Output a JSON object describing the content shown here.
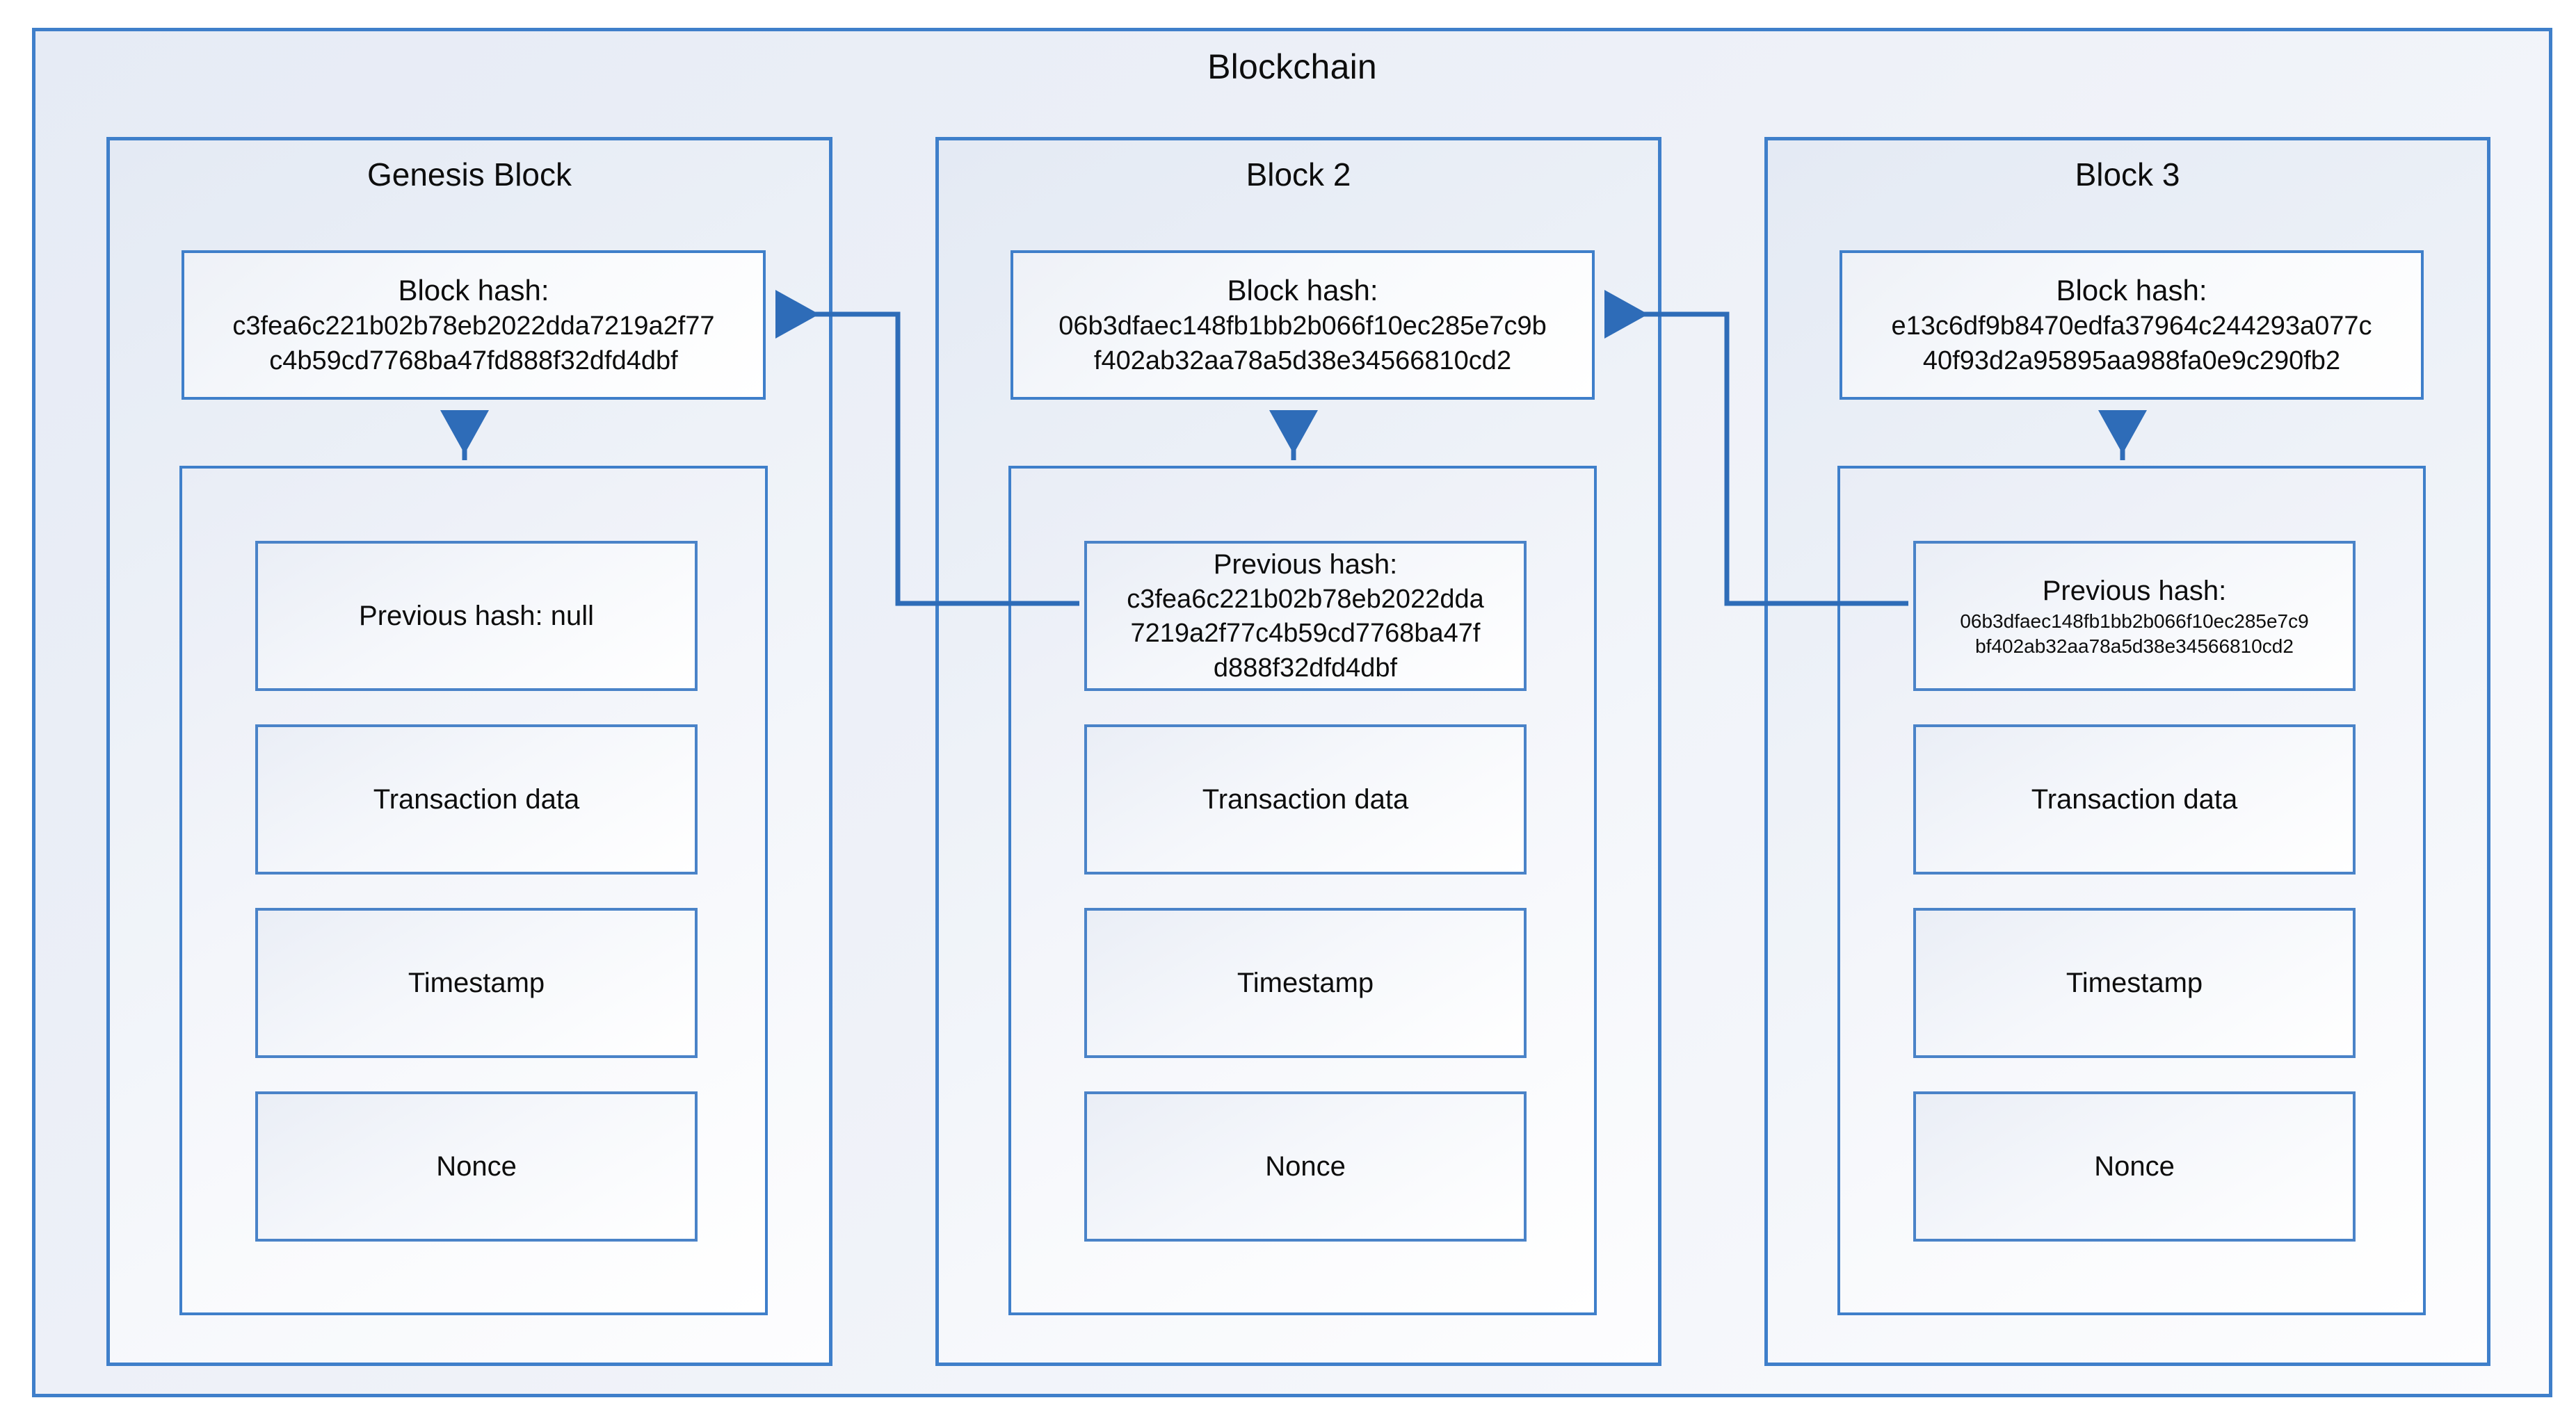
{
  "diagram": {
    "title": "Blockchain",
    "accent_color": "#3f7fca",
    "text_color": "#0d0d0d",
    "background_color": "#ffffff"
  },
  "labels": {
    "block_hash_label": "Block hash:",
    "previous_hash_label": "Previous hash:",
    "transaction_data": "Transaction data",
    "timestamp": "Timestamp",
    "nonce": "Nonce"
  },
  "blocks": [
    {
      "title": "Genesis Block",
      "block_hash_label": "Block hash:",
      "block_hash_line1": "c3fea6c221b02b78eb2022dda7219a2f77",
      "block_hash_line2": "c4b59cd7768ba47fd888f32dfd4dbf",
      "previous_hash_text": "Previous hash: null",
      "previous_hash_label": "",
      "previous_hash_line1": "",
      "previous_hash_line2": "",
      "previous_hash_line3": "",
      "transaction_data": "Transaction data",
      "timestamp": "Timestamp",
      "nonce": "Nonce"
    },
    {
      "title": "Block 2",
      "block_hash_label": "Block hash:",
      "block_hash_line1": "06b3dfaec148fb1bb2b066f10ec285e7c9b",
      "block_hash_line2": "f402ab32aa78a5d38e34566810cd2",
      "previous_hash_text": "",
      "previous_hash_label": "Previous hash:",
      "previous_hash_line1": "c3fea6c221b02b78eb2022dda",
      "previous_hash_line2": "7219a2f77c4b59cd7768ba47f",
      "previous_hash_line3": "d888f32dfd4dbf",
      "transaction_data": "Transaction data",
      "timestamp": "Timestamp",
      "nonce": "Nonce"
    },
    {
      "title": "Block 3",
      "block_hash_label": "Block hash:",
      "block_hash_line1": "e13c6df9b8470edfa37964c244293a077c",
      "block_hash_line2": "40f93d2a95895aa988fa0e9c290fb2",
      "previous_hash_text": "",
      "previous_hash_label": "Previous hash:",
      "previous_hash_line1": "06b3dfaec148fb1bb2b066f10ec285e7c9",
      "previous_hash_line2": "bf402ab32aa78a5d38e34566810cd2",
      "previous_hash_line3": "",
      "transaction_data": "Transaction data",
      "timestamp": "Timestamp",
      "nonce": "Nonce"
    }
  ],
  "connectors": [
    {
      "name": "block2-prevhash-to-genesis-blockhash",
      "from": "Block 2 previous hash",
      "to": "Genesis Block block hash"
    },
    {
      "name": "block3-prevhash-to-block2-blockhash",
      "from": "Block 3 previous hash",
      "to": "Block 2 block hash"
    },
    {
      "name": "genesis-body-to-genesis-blockhash",
      "from": "Genesis Block body",
      "to": "Genesis Block block hash"
    },
    {
      "name": "block2-body-to-block2-blockhash",
      "from": "Block 2 body",
      "to": "Block 2 block hash"
    },
    {
      "name": "block3-body-to-block3-blockhash",
      "from": "Block 3 body",
      "to": "Block 3 block hash"
    }
  ]
}
